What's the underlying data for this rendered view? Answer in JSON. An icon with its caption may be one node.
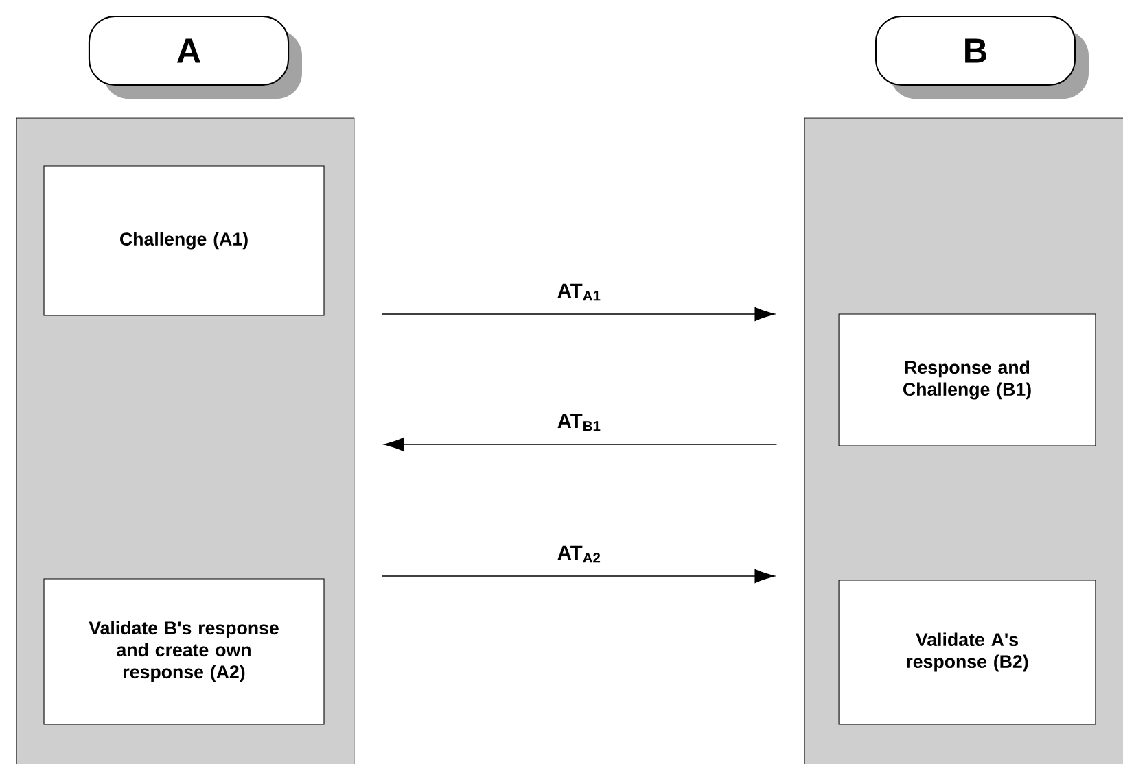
{
  "diagram": {
    "nodes": [
      {
        "text": [
          "A"
        ]
      },
      {
        "text": [],
        "shape": "box"
      },
      {
        "text": [
          "Challenge (A1)"
        ],
        "in": 1
      },
      {
        "text": [
          "Validate B's response and create own response (A2)"
        ],
        "in": 1
      },
      {
        "text": [
          "B"
        ]
      },
      {
        "text": [],
        "shape": "box"
      },
      {
        "text": [
          "Response and Challenge (B1)"
        ],
        "in": 5
      },
      {
        "text": [
          "Validate A's response (B2)"
        ],
        "in": 5
      }
    ],
    "edges": [
      {
        "from": 1,
        "to": 5,
        "arrow": "to",
        "label": "AT$_{A1}$"
      },
      {
        "from": 5,
        "to": 1,
        "arrow": "to",
        "label": "AT$_{B1}$"
      },
      {
        "from": 1,
        "to": 5,
        "arrow": "to",
        "label": "AT$_{A2}$"
      }
    ]
  }
}
